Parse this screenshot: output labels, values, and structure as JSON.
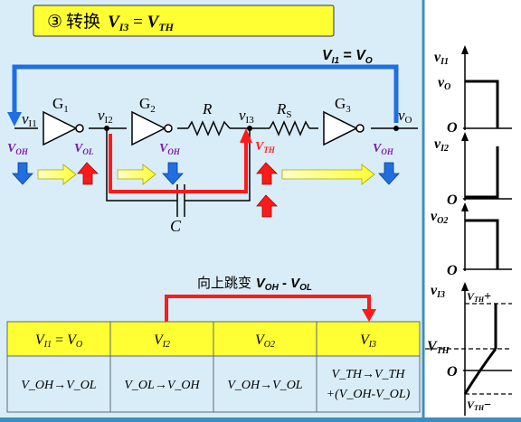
{
  "title": {
    "circle_num": "③",
    "text": "转换",
    "v_var": "V",
    "v_sub": "I3",
    "eq": " = ",
    "v2_var": "V",
    "v2_sub": "TH"
  },
  "watermark": "",
  "feedback_label": {
    "v1_var": "V",
    "v1_sub": "I1",
    "eq": " = ",
    "v2_var": "V",
    "v2_sub": "O"
  },
  "gates": [
    "G",
    "G",
    "G"
  ],
  "gate_subs": [
    "1",
    "2",
    "3"
  ],
  "resistor_r": "R",
  "resistor_rs": {
    "var": "R",
    "sub": "S"
  },
  "capacitor": "C",
  "nodes": {
    "vi1": {
      "var": "v",
      "sub": "I1"
    },
    "vi2": {
      "var": "v",
      "sub": "I2"
    },
    "vi3": {
      "var": "v",
      "sub": "I3"
    },
    "vo": {
      "var": "v",
      "sub": "O"
    }
  },
  "levels": {
    "voh1": {
      "var": "V",
      "sub": "OH"
    },
    "vol": {
      "var": "V",
      "sub": "OL"
    },
    "voh2": {
      "var": "V",
      "sub": "OH"
    },
    "vth": {
      "var": "V",
      "sub": "TH"
    },
    "voh3": {
      "var": "V",
      "sub": "OH"
    }
  },
  "jump_label": {
    "text": "向上跳变 ",
    "v1_var": "V",
    "v1_sub": "OH",
    "minus": " - ",
    "v2_var": "V",
    "v2_sub": "OL"
  },
  "table": {
    "headers": [
      {
        "var": "V",
        "sub": "I1",
        "eq": " = ",
        "var2": "V",
        "sub2": "O"
      },
      {
        "var": "V",
        "sub": "I2"
      },
      {
        "var": "V",
        "sub": "O2"
      },
      {
        "var": "V",
        "sub": "I3"
      }
    ],
    "row1": "V_OH→V_OL",
    "row2": "V_OL→V_OH",
    "row3": "V_OH→V_OL",
    "row4_line1": "V_TH→V_TH",
    "row4_line2": "+(V_OH-V_OL)"
  },
  "waveforms": {
    "vi1": {
      "var": "v",
      "sub": "I1"
    },
    "vo_label": {
      "var": "v",
      "sub": "O"
    },
    "zero": "O",
    "vi2": {
      "var": "v",
      "sub": "I2"
    },
    "vo2": {
      "var": "v",
      "sub": "O2"
    },
    "vi3": {
      "var": "v",
      "sub": "I3"
    },
    "vth_plus": {
      "var": "V",
      "sub": "TH",
      "suffix": "+"
    },
    "vth": {
      "var": "V",
      "sub": "TH"
    },
    "vth_minus": {
      "var": "V",
      "sub": "TH",
      "suffix": "−"
    }
  },
  "colors": {
    "accent_blue": "#1f6fe0",
    "accent_red": "#ff1a1a",
    "yellow": "#ffff33",
    "panel": "#d9edf8",
    "purple": "#7a1aa6"
  }
}
